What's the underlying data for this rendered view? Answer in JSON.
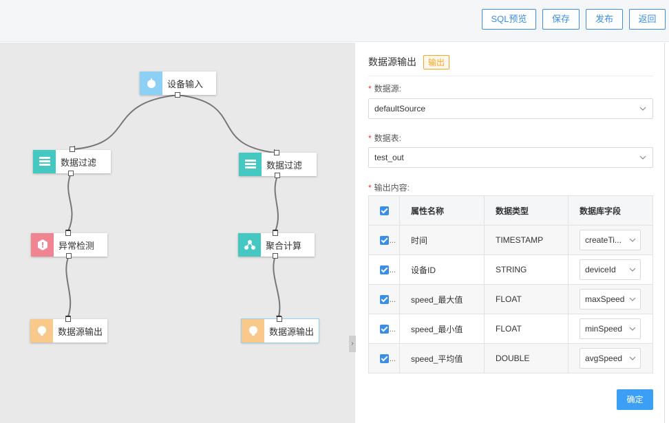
{
  "toolbar": {
    "sql_preview": "SQL预览",
    "save": "保存",
    "publish": "发布",
    "back": "返回"
  },
  "flow": {
    "nodes": [
      {
        "label": "设备输入",
        "icon": "device-input-icon",
        "color": "#8dd0f5"
      },
      {
        "label": "数据过滤",
        "icon": "filter-icon",
        "color": "#45c7c2"
      },
      {
        "label": "数据过滤",
        "icon": "filter-icon",
        "color": "#45c7c2"
      },
      {
        "label": "异常检测",
        "icon": "anomaly-icon",
        "color": "#f08490"
      },
      {
        "label": "聚合计算",
        "icon": "aggregate-icon",
        "color": "#45c7c2"
      },
      {
        "label": "数据源输出",
        "icon": "output-icon",
        "color": "#f8c98a"
      },
      {
        "label": "数据源输出",
        "icon": "output-icon",
        "color": "#f8c98a"
      }
    ]
  },
  "panel": {
    "title": "数据源输出",
    "tag": "输出",
    "datasource_label": "数据源:",
    "datasource_value": "defaultSource",
    "table_label": "数据表:",
    "table_value": "test_out",
    "content_label": "输出内容:",
    "columns": [
      "属性名称",
      "数据类型",
      "数据库字段"
    ],
    "rows": [
      {
        "name": "时间",
        "type": "TIMESTAMP",
        "field": "createTi..."
      },
      {
        "name": "设备ID",
        "type": "STRING",
        "field": "deviceId"
      },
      {
        "name": "speed_最大值",
        "type": "FLOAT",
        "field": "maxSpeed"
      },
      {
        "name": "speed_最小值",
        "type": "FLOAT",
        "field": "minSpeed"
      },
      {
        "name": "speed_平均值",
        "type": "DOUBLE",
        "field": "avgSpeed"
      }
    ],
    "confirm": "确定"
  },
  "colors": {
    "accent": "#3a8ee6",
    "required": "#e6393a",
    "tag": "#f5a623"
  }
}
